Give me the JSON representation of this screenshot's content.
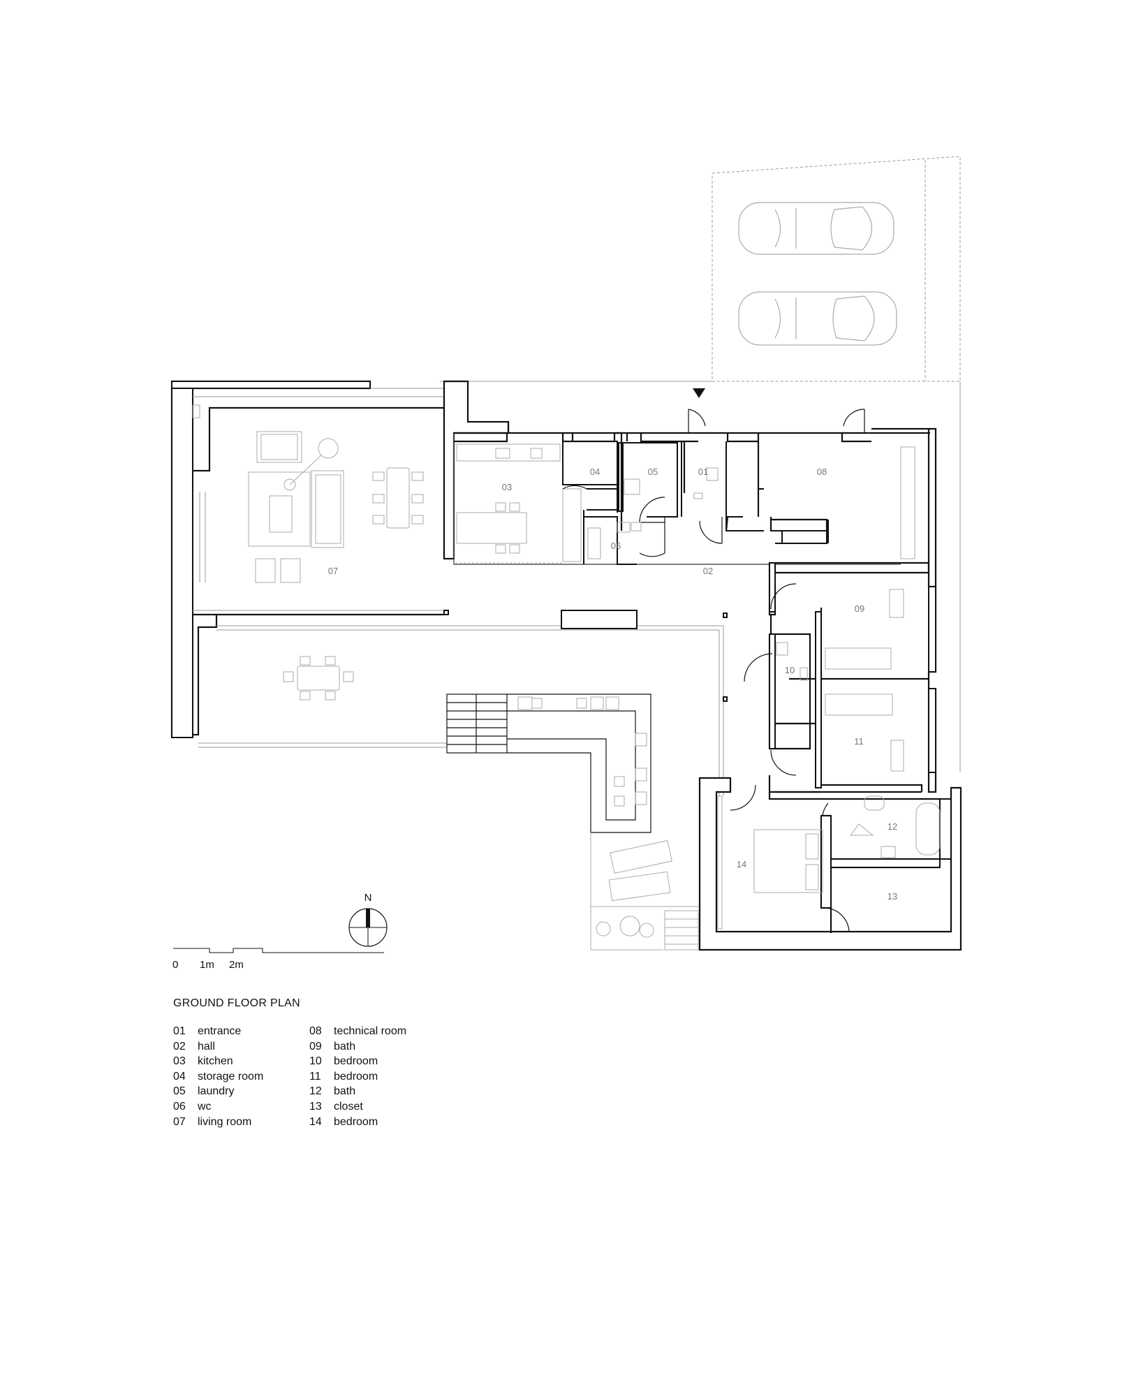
{
  "plan": {
    "title": "GROUND FLOOR PLAN",
    "north_label": "N",
    "scale_labels": [
      "0",
      "1m",
      "2m"
    ],
    "rooms": [
      {
        "id": "01",
        "name": "entrance"
      },
      {
        "id": "02",
        "name": "hall"
      },
      {
        "id": "03",
        "name": "kitchen"
      },
      {
        "id": "04",
        "name": "storage room"
      },
      {
        "id": "05",
        "name": "laundry"
      },
      {
        "id": "06",
        "name": "wc"
      },
      {
        "id": "07",
        "name": "living room"
      },
      {
        "id": "08",
        "name": "technical room"
      },
      {
        "id": "09",
        "name": "bath"
      },
      {
        "id": "10",
        "name": "bedroom"
      },
      {
        "id": "11",
        "name": "bedroom"
      },
      {
        "id": "12",
        "name": "bath"
      },
      {
        "id": "13",
        "name": "closet"
      },
      {
        "id": "14",
        "name": "bedroom"
      }
    ]
  }
}
